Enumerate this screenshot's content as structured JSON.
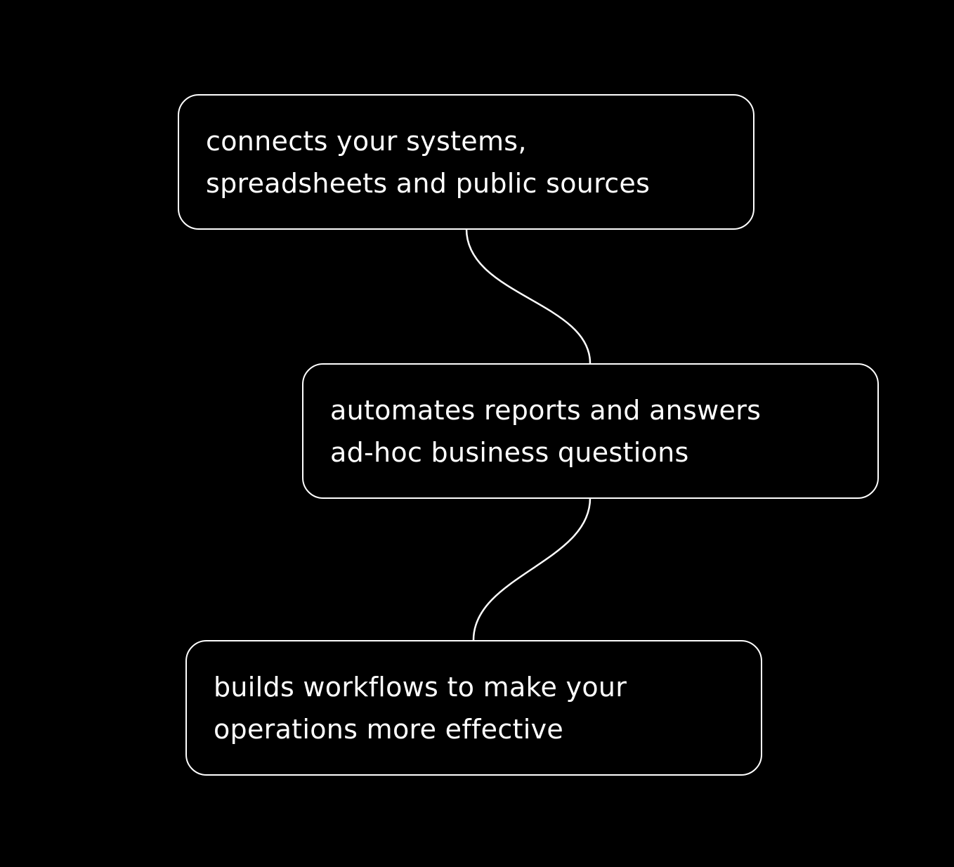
{
  "colors": {
    "background": "#000000",
    "foreground": "#ffffff"
  },
  "steps": [
    {
      "lines": [
        "connects your systems,",
        "spreadsheets and public sources"
      ]
    },
    {
      "lines": [
        "automates reports and answers",
        "ad-hoc business questions"
      ]
    },
    {
      "lines": [
        "builds workflows to make your",
        "operations more effective"
      ]
    }
  ]
}
